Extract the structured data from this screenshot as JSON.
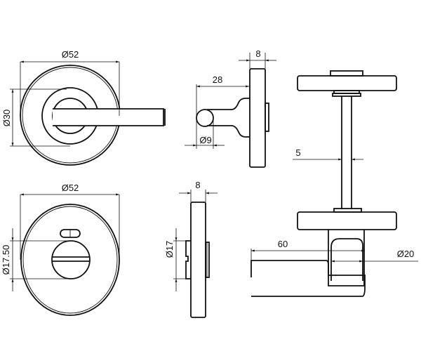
{
  "drawing": {
    "line_color": "#111111",
    "background": "#ffffff",
    "views": [
      {
        "name": "lever-front-view",
        "dimensions": [
          "Ø52",
          "Ø30"
        ]
      },
      {
        "name": "lever-side-view",
        "dimensions": [
          "8",
          "28",
          "Ø9"
        ]
      },
      {
        "name": "assembly-top-view",
        "dimensions": [
          "5"
        ]
      },
      {
        "name": "indicator-front-view",
        "dimensions": [
          "Ø52",
          "Ø17.50"
        ]
      },
      {
        "name": "indicator-side-view",
        "dimensions": [
          "8",
          "Ø17"
        ]
      },
      {
        "name": "assembly-lever-view",
        "dimensions": [
          "60",
          "Ø20"
        ]
      }
    ]
  }
}
